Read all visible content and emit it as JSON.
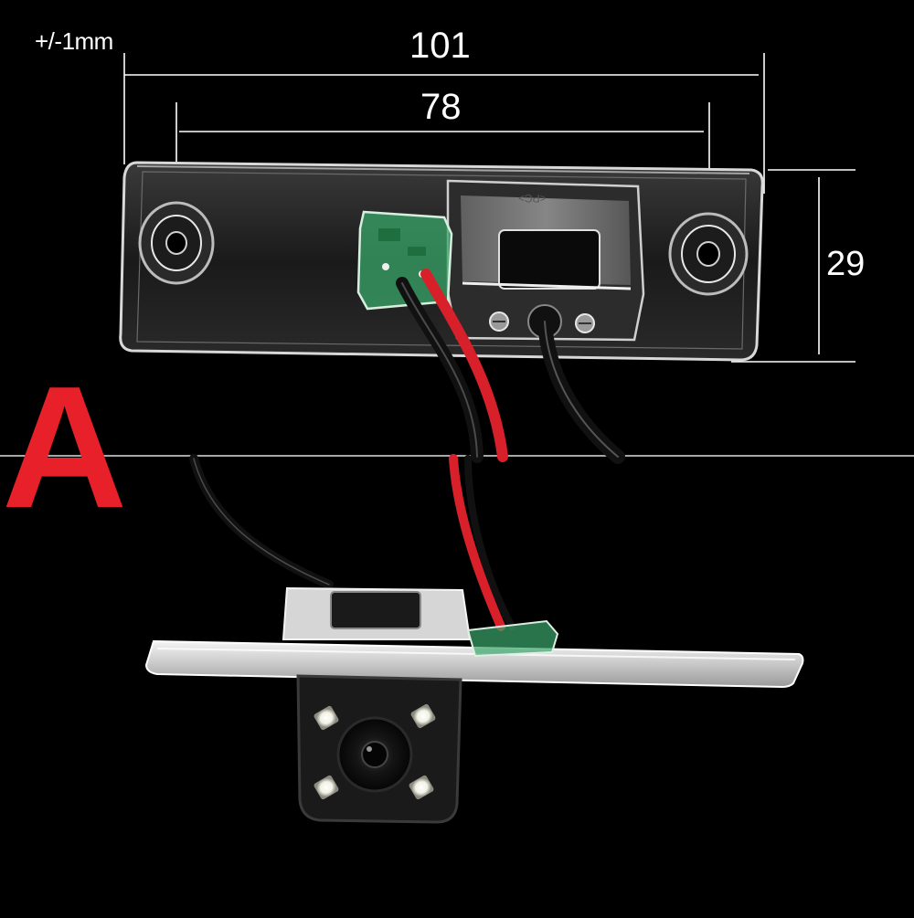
{
  "labels": {
    "tolerance": "+/-1mm",
    "width_overall": "101",
    "hole_spacing": "78",
    "height": "29",
    "variant": "A",
    "housing_mark": "<PC>"
  },
  "colors": {
    "background": "#000000",
    "dimension_lines": "#ffffff",
    "variant_letter": "#e8202a",
    "red_wire": "#d8202a",
    "black_wire": "#111111",
    "pcb": "#3aa56a"
  }
}
